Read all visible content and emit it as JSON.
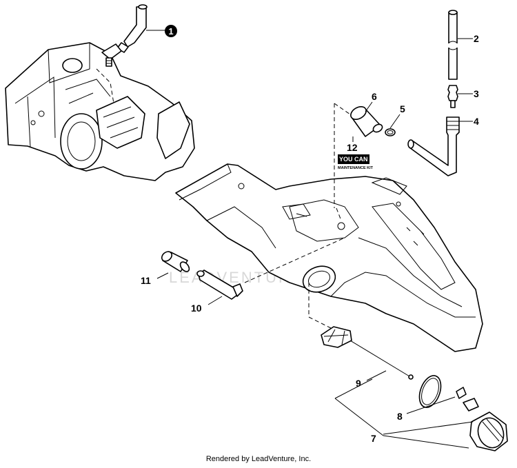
{
  "diagram": {
    "callouts": [
      {
        "id": "c1",
        "label": "1",
        "circled": true
      },
      {
        "id": "c2",
        "label": "2"
      },
      {
        "id": "c3",
        "label": "3"
      },
      {
        "id": "c4",
        "label": "4"
      },
      {
        "id": "c5",
        "label": "5"
      },
      {
        "id": "c6",
        "label": "6"
      },
      {
        "id": "c7",
        "label": "7"
      },
      {
        "id": "c8",
        "label": "8"
      },
      {
        "id": "c9",
        "label": "9"
      },
      {
        "id": "c10",
        "label": "10"
      },
      {
        "id": "c11",
        "label": "11"
      },
      {
        "id": "c12",
        "label": "12"
      }
    ],
    "kit_badge": {
      "line1": "YOU",
      "line2": "CAN",
      "line3": "MAINTENANCE KIT"
    },
    "watermark": "LEADVENTURE"
  },
  "footer": {
    "text": "Rendered by LeadVenture, Inc."
  }
}
